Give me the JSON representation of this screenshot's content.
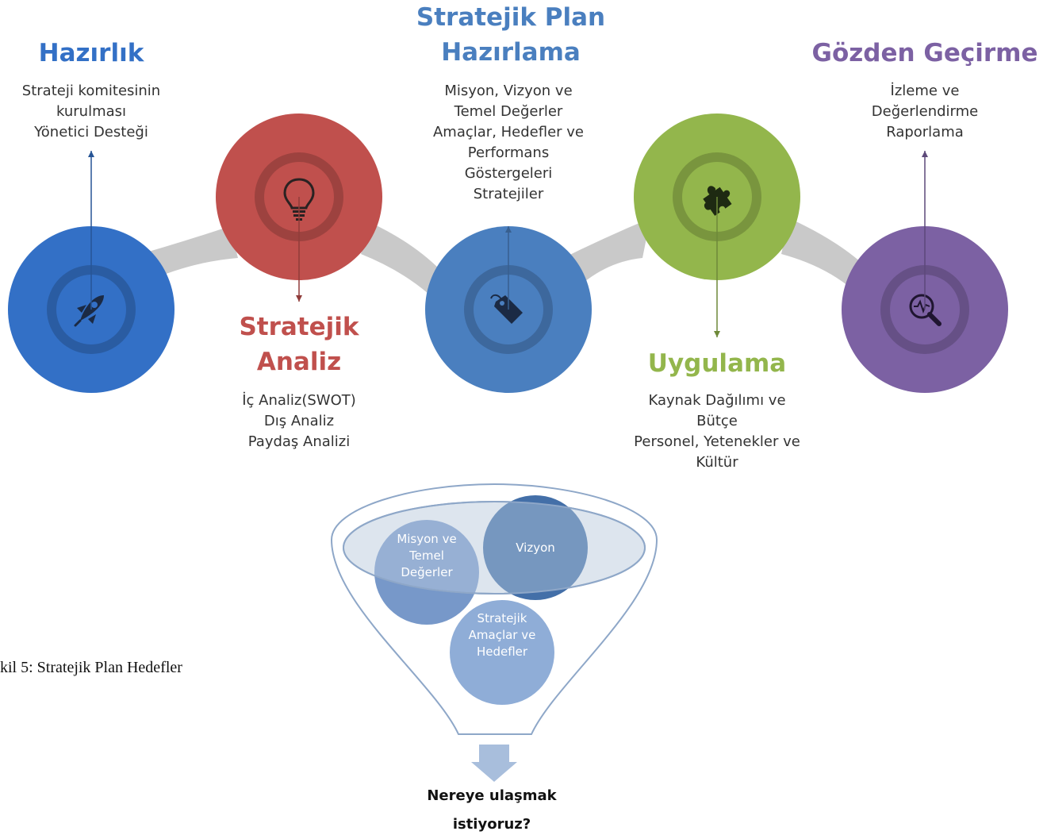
{
  "stages": [
    {
      "title_lines": [
        "Hazırlık"
      ],
      "lines": [
        "Strateji komitesinin",
        "kurulması",
        "Yönetici Desteği"
      ],
      "color": "#3370c6",
      "icon": "rocket-icon"
    },
    {
      "title_lines": [
        "Stratejik",
        "Analiz"
      ],
      "lines": [
        "İç Analiz(SWOT)",
        "Dış Analiz",
        "Paydaş Analizi"
      ],
      "color": "#c0504d",
      "icon": "lightbulb-icon"
    },
    {
      "title_lines": [
        "Stratejik Plan",
        "Hazırlama"
      ],
      "lines": [
        "Misyon, Vizyon ve",
        "Temel Değerler",
        "Amaçlar, Hedefler ve",
        "Performans",
        "Göstergeleri",
        "Stratejiler"
      ],
      "color": "#4a7fbf",
      "icon": "tag-icon"
    },
    {
      "title_lines": [
        "Uygulama"
      ],
      "lines": [
        "Kaynak Dağılımı ve",
        "Bütçe",
        "Personel, Yetenekler ve",
        "Kültür"
      ],
      "color": "#93b64c",
      "icon": "puzzle-icon"
    },
    {
      "title_lines": [
        "Gözden Geçirme"
      ],
      "lines": [
        "İzleme ve",
        "Değerlendirme",
        "Raporlama"
      ],
      "color": "#7c61a3",
      "icon": "magnifier-pulse-icon"
    }
  ],
  "funnel": {
    "circles": [
      {
        "lines": [
          "Misyon ve",
          "Temel",
          "Değerler"
        ]
      },
      {
        "lines": [
          "Vizyon"
        ]
      },
      {
        "lines": [
          "Stratejik",
          "Amaçlar ve",
          "Hedefler"
        ]
      }
    ],
    "result_lines": [
      "Nereye ulaşmak",
      "istiyoruz?"
    ]
  },
  "caption": "kil 5: Stratejik Plan Hedefler"
}
